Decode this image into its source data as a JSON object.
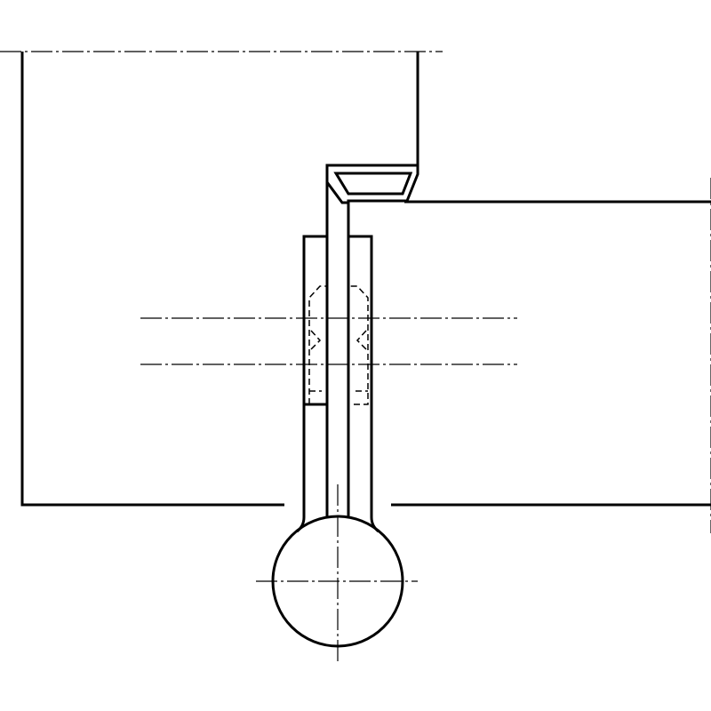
{
  "drawing": {
    "line_color": "#000000",
    "background_color": "#ffffff",
    "parts": [
      "frame",
      "door-leaf",
      "hinge-body",
      "hinge-knuckle",
      "hinge-pin"
    ]
  }
}
